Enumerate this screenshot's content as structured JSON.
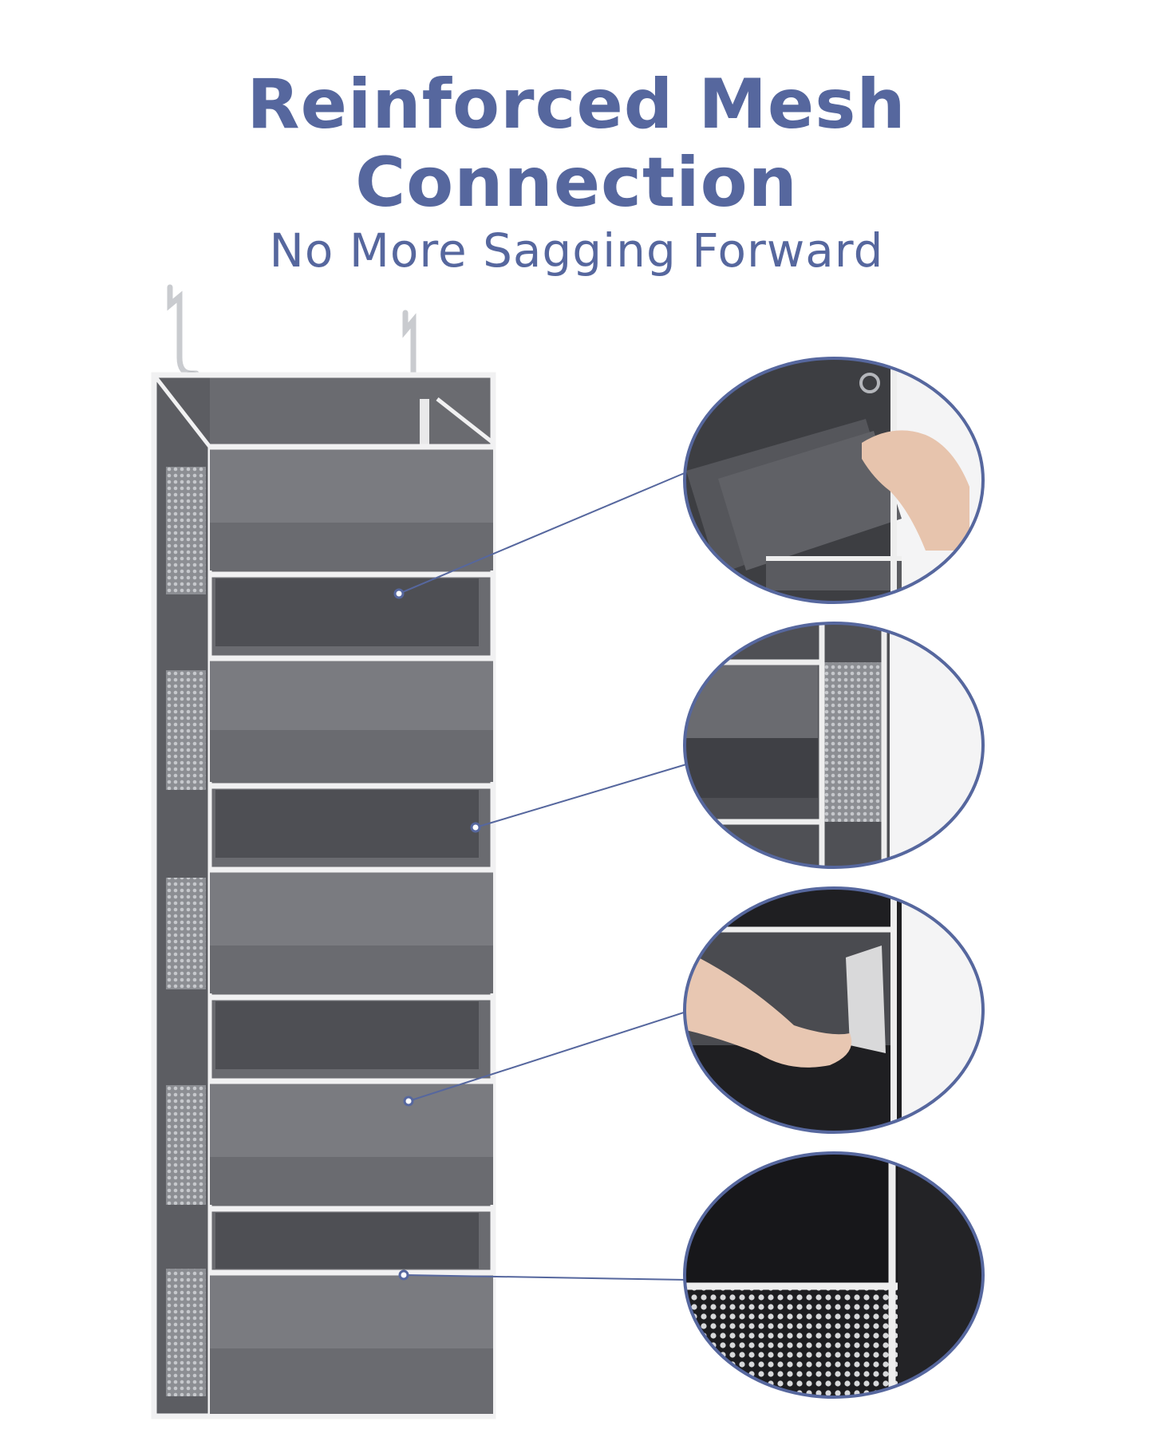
{
  "title": {
    "line1": "Reinforced Mesh",
    "line2": "Connection"
  },
  "subtitle": "No More Sagging Forward",
  "colors": {
    "accent": "#56679e",
    "fabric": "#6e6f73",
    "fabric_dark": "#4c4d52",
    "trim": "#eeeeee",
    "mesh": "#a7a9ae",
    "hook": "#d2d4d8"
  },
  "callouts": [
    {
      "name": "top-pocket-insert",
      "description_icon": "hand-insert-board"
    },
    {
      "name": "side-mesh-pocket",
      "description_icon": "mesh-pocket"
    },
    {
      "name": "pocket-board-removal",
      "description_icon": "hand-pull-board"
    },
    {
      "name": "bottom-mesh-seam",
      "description_icon": "mesh-seam"
    }
  ]
}
